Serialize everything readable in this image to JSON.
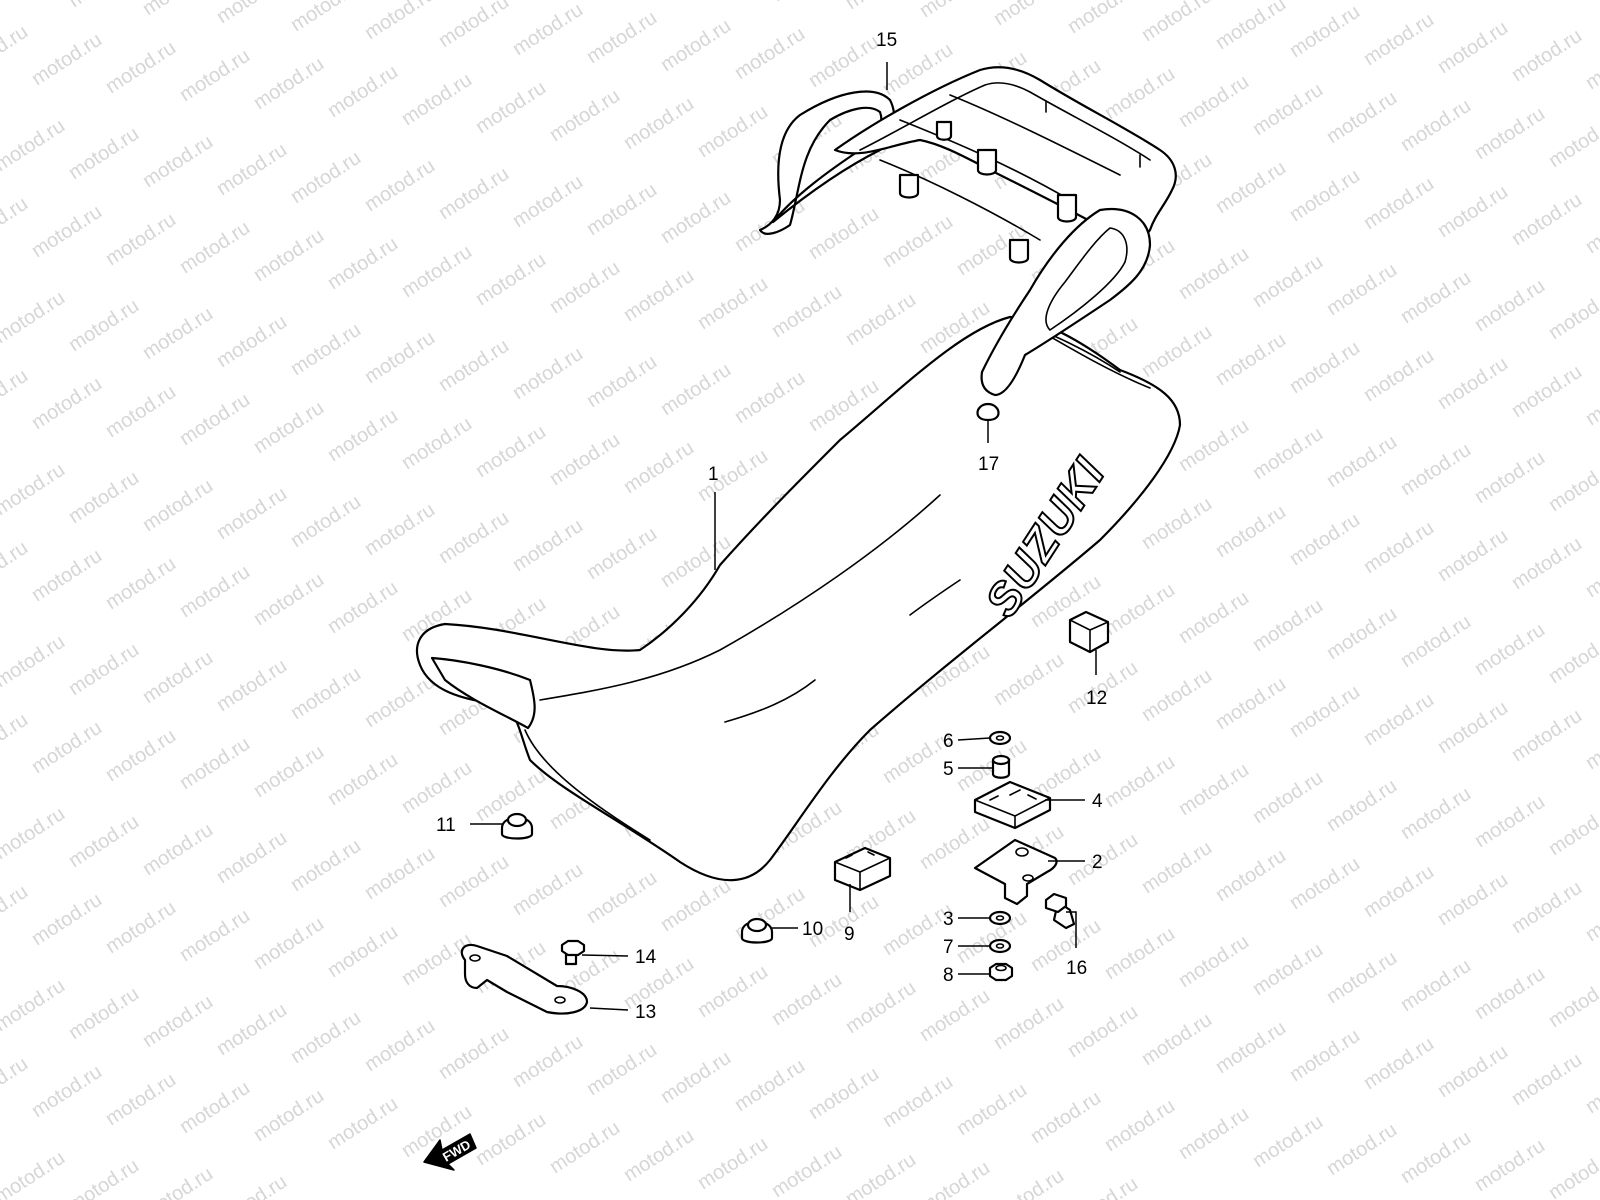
{
  "watermark": {
    "text": "motod.ru",
    "color": "#d6d6d6"
  },
  "brand_logo": "SUZUKI",
  "direction_indicator": "FWD",
  "callouts": {
    "c1": "1",
    "c2": "2",
    "c3": "3",
    "c4": "4",
    "c5": "5",
    "c6": "6",
    "c7": "7",
    "c8": "8",
    "c9": "9",
    "c10": "10",
    "c11": "11",
    "c12": "12",
    "c13": "13",
    "c14": "14",
    "c15": "15",
    "c16": "16",
    "c17": "17"
  }
}
